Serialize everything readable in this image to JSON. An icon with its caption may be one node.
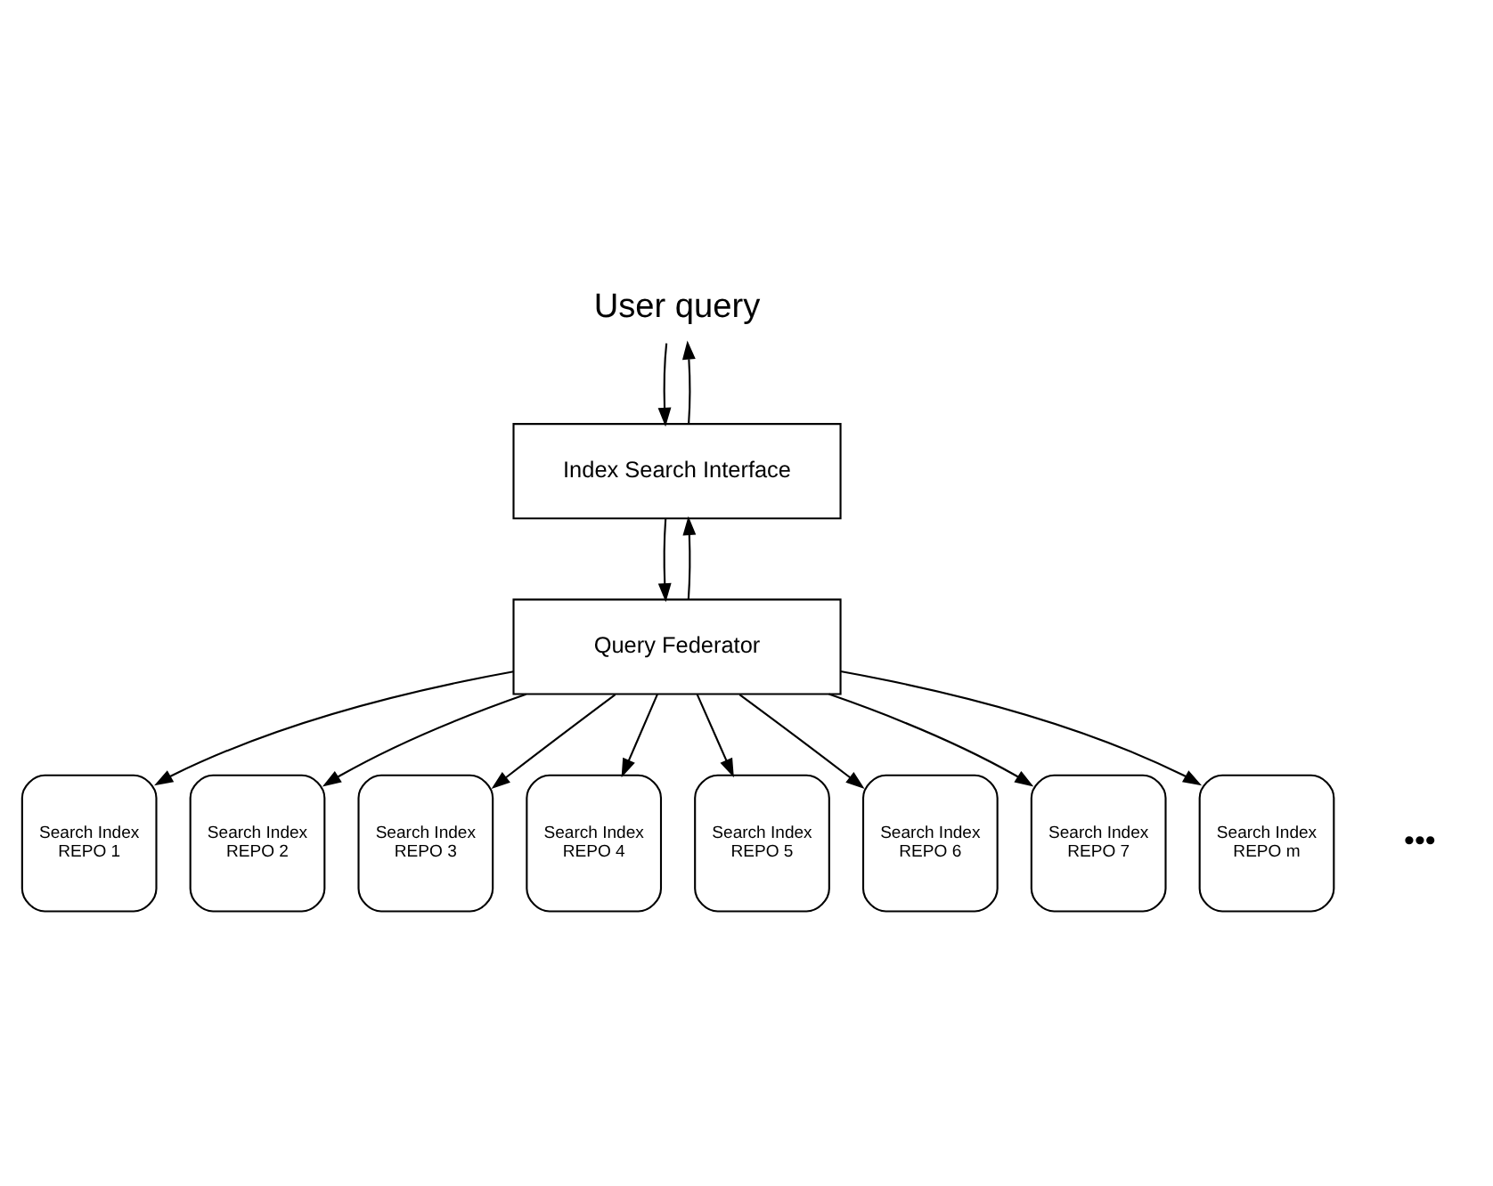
{
  "diagram": {
    "nodes": [
      {
        "text": [
          "User query"
        ]
      },
      {
        "text": [
          "Index Search Interface"
        ]
      },
      {
        "text": [
          "Query Federator"
        ]
      },
      {
        "text": [
          "Search Index",
          "REPO 1"
        ]
      },
      {
        "text": [
          "Search Index",
          "REPO 2"
        ]
      },
      {
        "text": [
          "Search Index",
          "REPO 3"
        ]
      },
      {
        "text": [
          "Search Index",
          "REPO 4"
        ]
      },
      {
        "text": [
          "Search Index",
          "REPO 5"
        ]
      },
      {
        "text": [
          "Search Index",
          "REPO 6"
        ]
      },
      {
        "text": [
          "Search Index",
          "REPO 7"
        ]
      },
      {
        "text": [
          "Search Index",
          "REPO m"
        ]
      }
    ],
    "edges": [
      {
        "from": 0,
        "to": 1,
        "arrow": "to"
      },
      {
        "from": 1,
        "to": 0,
        "arrow": "to"
      },
      {
        "from": 1,
        "to": 2,
        "arrow": "to"
      },
      {
        "from": 2,
        "to": 1,
        "arrow": "to"
      },
      {
        "from": 2,
        "to": 3,
        "arrow": "to"
      },
      {
        "from": 2,
        "to": 4,
        "arrow": "to"
      },
      {
        "from": 2,
        "to": 5,
        "arrow": "to"
      },
      {
        "from": 2,
        "to": 6,
        "arrow": "to"
      },
      {
        "from": 2,
        "to": 7,
        "arrow": "to"
      },
      {
        "from": 2,
        "to": 8,
        "arrow": "to"
      },
      {
        "from": 2,
        "to": 9,
        "arrow": "to"
      },
      {
        "from": 2,
        "to": 10,
        "arrow": "to"
      }
    ],
    "labels": [
      "•••"
    ]
  }
}
